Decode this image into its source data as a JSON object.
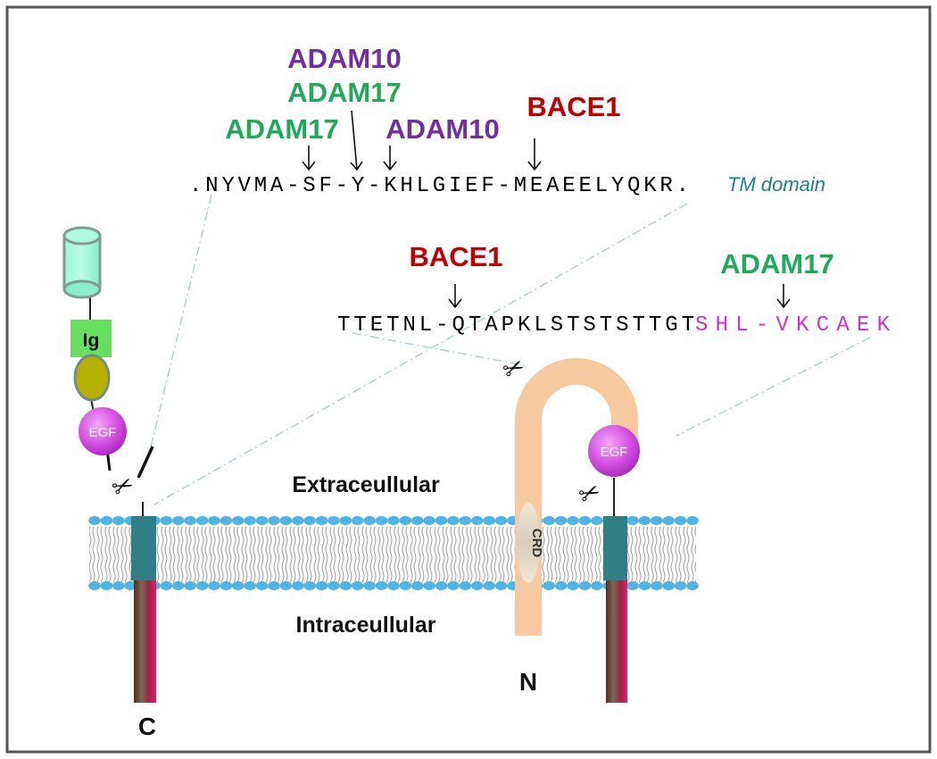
{
  "colors": {
    "adam10": "#7030A0",
    "adam17": "#1FAA59",
    "bace1": "#C00000",
    "sequence_text": "#000000",
    "tm_domain_text": "#1F7F86",
    "magenta_sequence": "#CC33CC",
    "membrane_head": "#4FB3E3",
    "tm_segment": "#2E7F86",
    "crd_loop": "#F6C9A1",
    "egf": "#CC44DD",
    "ig_box": "#66E05E",
    "ig_cylinder": "#99F5D3",
    "olive_domain": "#B8B000"
  },
  "top_sequence": {
    "segments": [
      ".NYVMA",
      "-",
      "SF",
      "-",
      "Y",
      "-",
      "KHLGIEF",
      "-",
      "MEAEELYQKR",
      "."
    ],
    "tm_label": "TM domain"
  },
  "top_cleavage_labels": [
    {
      "name": "ADAM10",
      "enzyme": "ADAM10"
    },
    {
      "name": "ADAM17",
      "enzyme": "ADAM17"
    },
    {
      "name": "ADAM17",
      "enzyme": "ADAM17"
    },
    {
      "name": "ADAM10",
      "enzyme": "ADAM10"
    },
    {
      "name": "BACE1",
      "enzyme": "BACE1"
    }
  ],
  "mid_sequence": {
    "black_part": "TTETNL-QTAPKLSTSTSTTGT",
    "magenta_part": "SHL-VKCAEK"
  },
  "mid_cleavage_labels": [
    {
      "name": "BACE1",
      "enzyme": "BACE1"
    },
    {
      "name": "ADAM17",
      "enzyme": "ADAM17"
    }
  ],
  "region_labels": {
    "extracellular": "Extraceullular",
    "intracellular": "Intraceullular"
  },
  "terminal_labels": {
    "c_terminus": "C",
    "n_terminus": "N"
  },
  "domain_labels": {
    "ig": "Ig",
    "egf_left": "EGF",
    "egf_right": "EGF",
    "crd": "CRD"
  },
  "icons": [
    "scissors-icon",
    "down-arrow-icon"
  ]
}
